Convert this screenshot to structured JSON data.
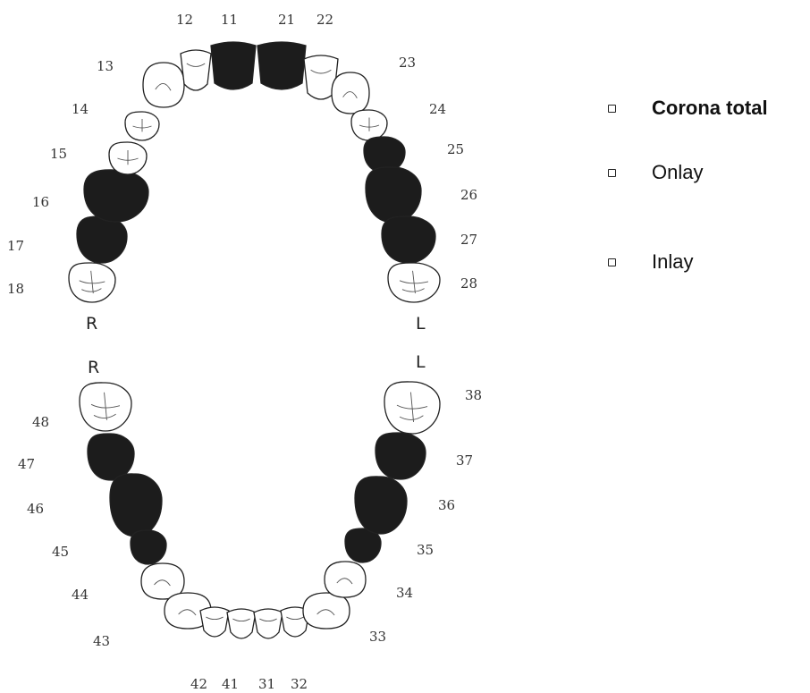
{
  "upper_arch": {
    "right_label": "R",
    "left_label": "L",
    "teeth": [
      {
        "number": "18",
        "status": "none"
      },
      {
        "number": "17",
        "status": "filled"
      },
      {
        "number": "16",
        "status": "filled"
      },
      {
        "number": "15",
        "status": "none"
      },
      {
        "number": "14",
        "status": "none"
      },
      {
        "number": "13",
        "status": "none"
      },
      {
        "number": "12",
        "status": "none"
      },
      {
        "number": "11",
        "status": "filled"
      },
      {
        "number": "21",
        "status": "filled"
      },
      {
        "number": "22",
        "status": "none"
      },
      {
        "number": "23",
        "status": "none"
      },
      {
        "number": "24",
        "status": "none"
      },
      {
        "number": "25",
        "status": "filled"
      },
      {
        "number": "26",
        "status": "filled"
      },
      {
        "number": "27",
        "status": "filled"
      },
      {
        "number": "28",
        "status": "none"
      }
    ]
  },
  "lower_arch": {
    "right_label": "R",
    "left_label": "L",
    "teeth": [
      {
        "number": "48",
        "status": "none"
      },
      {
        "number": "47",
        "status": "filled"
      },
      {
        "number": "46",
        "status": "filled"
      },
      {
        "number": "45",
        "status": "filled"
      },
      {
        "number": "44",
        "status": "none"
      },
      {
        "number": "43",
        "status": "none"
      },
      {
        "number": "42",
        "status": "none"
      },
      {
        "number": "41",
        "status": "none"
      },
      {
        "number": "31",
        "status": "none"
      },
      {
        "number": "32",
        "status": "none"
      },
      {
        "number": "33",
        "status": "none"
      },
      {
        "number": "34",
        "status": "none"
      },
      {
        "number": "35",
        "status": "filled"
      },
      {
        "number": "36",
        "status": "filled"
      },
      {
        "number": "37",
        "status": "filled"
      },
      {
        "number": "38",
        "status": "none"
      }
    ]
  },
  "legend": {
    "items": [
      {
        "label": "Corona total",
        "bold": true
      },
      {
        "label": "Onlay",
        "bold": false
      },
      {
        "label": "Inlay",
        "bold": false
      }
    ]
  },
  "colors": {
    "filled": "#1c1c1c",
    "outline": "#222222",
    "empty": "#ffffff"
  }
}
